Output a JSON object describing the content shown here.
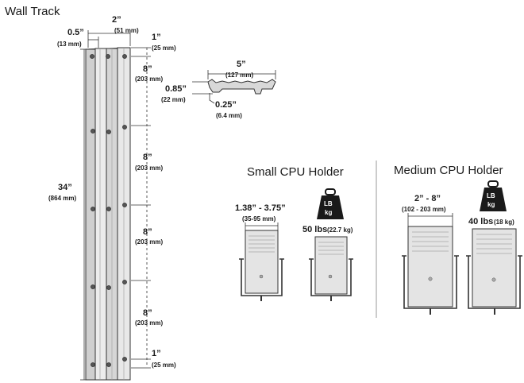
{
  "wall_track": {
    "title": "Wall Track",
    "width_top": {
      "in": "2”",
      "mm": "(51 mm)"
    },
    "offset": {
      "in": "0.5”",
      "mm": "(13 mm)"
    },
    "top_margin": {
      "in": "1”",
      "mm": "(25 mm)"
    },
    "spacing": [
      {
        "in": "8”",
        "mm": "(203 mm)"
      },
      {
        "in": "8”",
        "mm": "(203 mm)"
      },
      {
        "in": "8”",
        "mm": "(203 mm)"
      },
      {
        "in": "8”",
        "mm": "(203 mm)"
      }
    ],
    "bottom_margin": {
      "in": "1”",
      "mm": "(25 mm)"
    },
    "total_length": {
      "in": "34”",
      "mm": "(864 mm)"
    }
  },
  "profile": {
    "width": {
      "in": "5”",
      "mm": "(127 mm)"
    },
    "height": {
      "in": "0.85”",
      "mm": "(22 mm)"
    },
    "lip": {
      "in": "0.25”",
      "mm": "(6.4 mm)"
    }
  },
  "small_cpu": {
    "title": "Small CPU Holder",
    "range": {
      "in": "1.38” - 3.75”",
      "mm": "(35-95 mm)"
    },
    "capacity": {
      "lbs": "50 lbs",
      "kg": "(22.7 kg)"
    }
  },
  "medium_cpu": {
    "title": "Medium CPU Holder",
    "range": {
      "in": "2” - 8”",
      "mm": "(102 - 203 mm)"
    },
    "capacity": {
      "lbs": "40 lbs",
      "kg": "(18 kg)"
    }
  },
  "weight_icon": {
    "line1": "LB",
    "line2": "kg"
  },
  "colors": {
    "track_fill": "#dcdcdc",
    "track_stroke": "#333333",
    "cpu_fill": "#e4e4e4",
    "weight_fill": "#1a1a1a"
  }
}
